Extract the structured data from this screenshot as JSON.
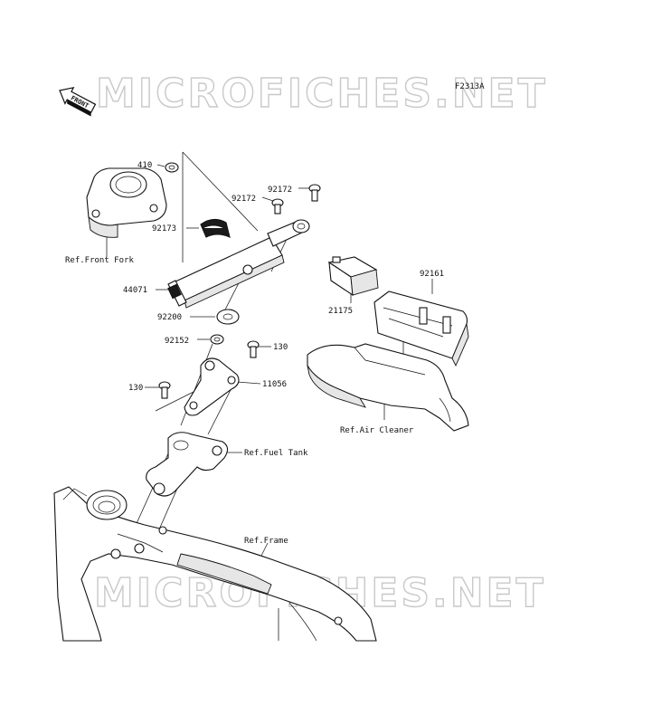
{
  "watermark": "MICROFICHES.NET",
  "figure_code": "F2313A",
  "front_label": "FRONT",
  "callouts": {
    "p410": "410",
    "p92172a": "92172",
    "p92172b": "92172",
    "p92173": "92173",
    "ref_front_fork": "Ref.Front Fork",
    "p44071": "44071",
    "p92200": "92200",
    "p92161": "92161",
    "p21175": "21175",
    "p92152": "92152",
    "p130a": "130",
    "p130b": "130",
    "p11056": "11056",
    "ref_air_cleaner": "Ref.Air Cleaner",
    "ref_fuel_tank": "Ref.Fuel Tank",
    "ref_frame": "Ref.Frame"
  }
}
